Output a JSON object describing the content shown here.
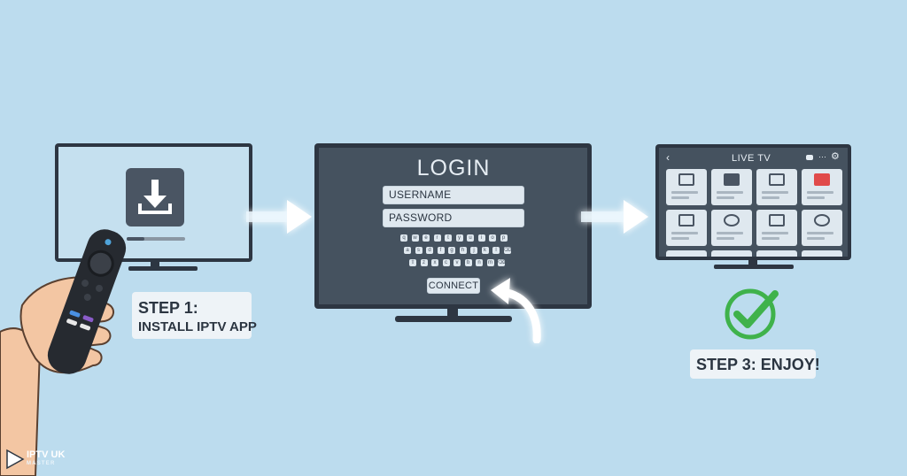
{
  "colors": {
    "background": "#bcdcee",
    "tv_frame": "#2d3642",
    "tv_screen": "#45525f",
    "field_fill": "#dfe8ef",
    "checkmark": "#3fb24b",
    "remote": "#262a30",
    "skin": "#f3c6a3"
  },
  "step1": {
    "label_line1": "STEP 1:",
    "label_line2": "INSTALL IPTV APP",
    "icon": "download-icon"
  },
  "step2": {
    "title": "LOGIN",
    "username_label": "USERNAME",
    "password_label": "PASSWORD",
    "connect_label": "CONNECT",
    "keyboard_rows": [
      [
        "q",
        "w",
        "e",
        "r",
        "t",
        "y",
        "u",
        "i",
        "o",
        "p"
      ],
      [
        "a",
        "s",
        "d",
        "f",
        "g",
        "h",
        "j",
        "k",
        "l",
        "⌫"
      ],
      [
        "⇧",
        "z",
        "x",
        "c",
        "v",
        "b",
        "n",
        "m",
        "⌫"
      ]
    ]
  },
  "step3": {
    "screen_title": "LIVE TV",
    "label": "STEP 3: ENJOY!",
    "tile_icons": [
      "tv-icon",
      "screen-icon",
      "tv-icon",
      "play-icon",
      "tv-icon",
      "globe-icon",
      "tv-icon",
      "satellite-icon"
    ]
  },
  "logo": {
    "line1": "IPTV UK",
    "line2": "MASTER"
  }
}
